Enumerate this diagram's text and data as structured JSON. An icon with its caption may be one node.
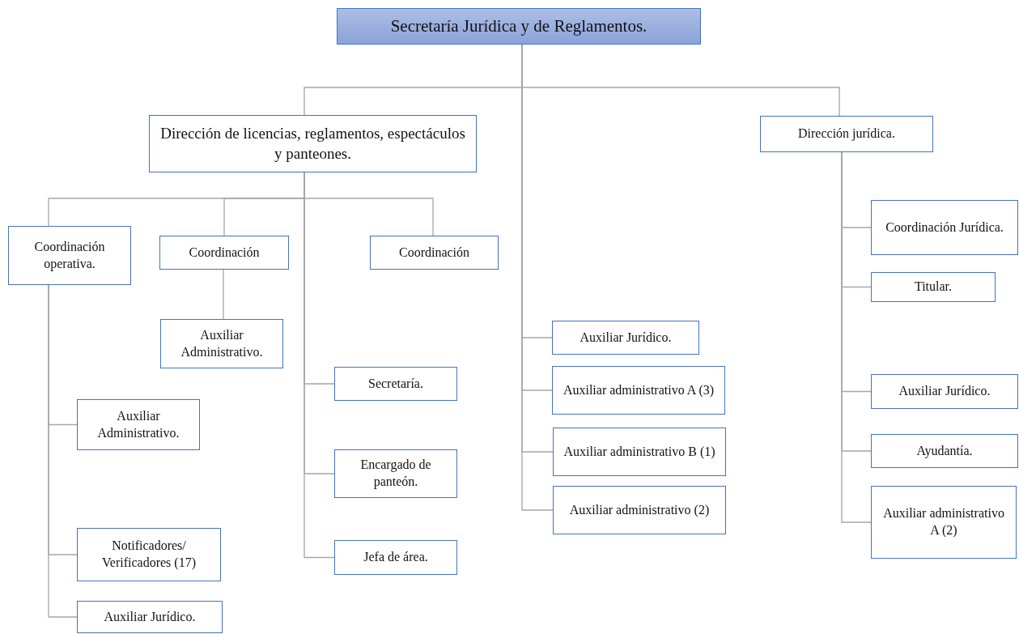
{
  "diagram": {
    "nodes": [
      {
        "text": [
          "Secretaría Jurídica y de Reglamentos."
        ]
      },
      {
        "text": [
          "Dirección de licencias, reglamentos, espectáculos y panteones."
        ]
      },
      {
        "text": [
          "Dirección jurídica."
        ]
      },
      {
        "text": [
          "Coordinación operativa."
        ]
      },
      {
        "text": [
          "Coordinación"
        ]
      },
      {
        "text": [
          "Coordinación"
        ]
      },
      {
        "text": [
          "Auxiliar Administrativo."
        ]
      },
      {
        "text": [
          "Secretaría."
        ]
      },
      {
        "text": [
          "Encargado de panteón."
        ]
      },
      {
        "text": [
          "Jefa de área."
        ]
      },
      {
        "text": [
          "Auxiliar Administrativo."
        ]
      },
      {
        "text": [
          "Notificadores/ Verificadores (17)"
        ]
      },
      {
        "text": [
          "Auxiliar Jurídico."
        ]
      },
      {
        "text": [
          "Auxiliar Jurídico."
        ]
      },
      {
        "text": [
          "Auxiliar administrativo A (3)"
        ]
      },
      {
        "text": [
          "Auxiliar administrativo B (1)"
        ]
      },
      {
        "text": [
          "Auxiliar administrativo (2)"
        ]
      },
      {
        "text": [
          "Coordinación Jurídica."
        ]
      },
      {
        "text": [
          "Titular."
        ]
      },
      {
        "text": [
          "Auxiliar Jurídico."
        ]
      },
      {
        "text": [
          "Ayudantía."
        ]
      },
      {
        "text": [
          "Auxiliar administrativo A (2)"
        ]
      }
    ],
    "edges": [
      {
        "from": 0,
        "to": 1,
        "arrow": "none"
      },
      {
        "from": 0,
        "to": 2,
        "arrow": "none"
      },
      {
        "from": 0,
        "to": 13,
        "arrow": "none"
      },
      {
        "from": 0,
        "to": 14,
        "arrow": "none"
      },
      {
        "from": 0,
        "to": 15,
        "arrow": "none"
      },
      {
        "from": 0,
        "to": 16,
        "arrow": "none"
      },
      {
        "from": 1,
        "to": 3,
        "arrow": "none"
      },
      {
        "from": 1,
        "to": 4,
        "arrow": "none"
      },
      {
        "from": 1,
        "to": 5,
        "arrow": "none"
      },
      {
        "from": 1,
        "to": 7,
        "arrow": "none"
      },
      {
        "from": 1,
        "to": 8,
        "arrow": "none"
      },
      {
        "from": 1,
        "to": 9,
        "arrow": "none"
      },
      {
        "from": 4,
        "to": 6,
        "arrow": "none"
      },
      {
        "from": 3,
        "to": 10,
        "arrow": "none"
      },
      {
        "from": 3,
        "to": 11,
        "arrow": "none"
      },
      {
        "from": 3,
        "to": 12,
        "arrow": "none"
      },
      {
        "from": 2,
        "to": 17,
        "arrow": "none"
      },
      {
        "from": 2,
        "to": 18,
        "arrow": "none"
      },
      {
        "from": 2,
        "to": 19,
        "arrow": "none"
      },
      {
        "from": 2,
        "to": 20,
        "arrow": "none"
      },
      {
        "from": 2,
        "to": 21,
        "arrow": "none"
      }
    ]
  }
}
